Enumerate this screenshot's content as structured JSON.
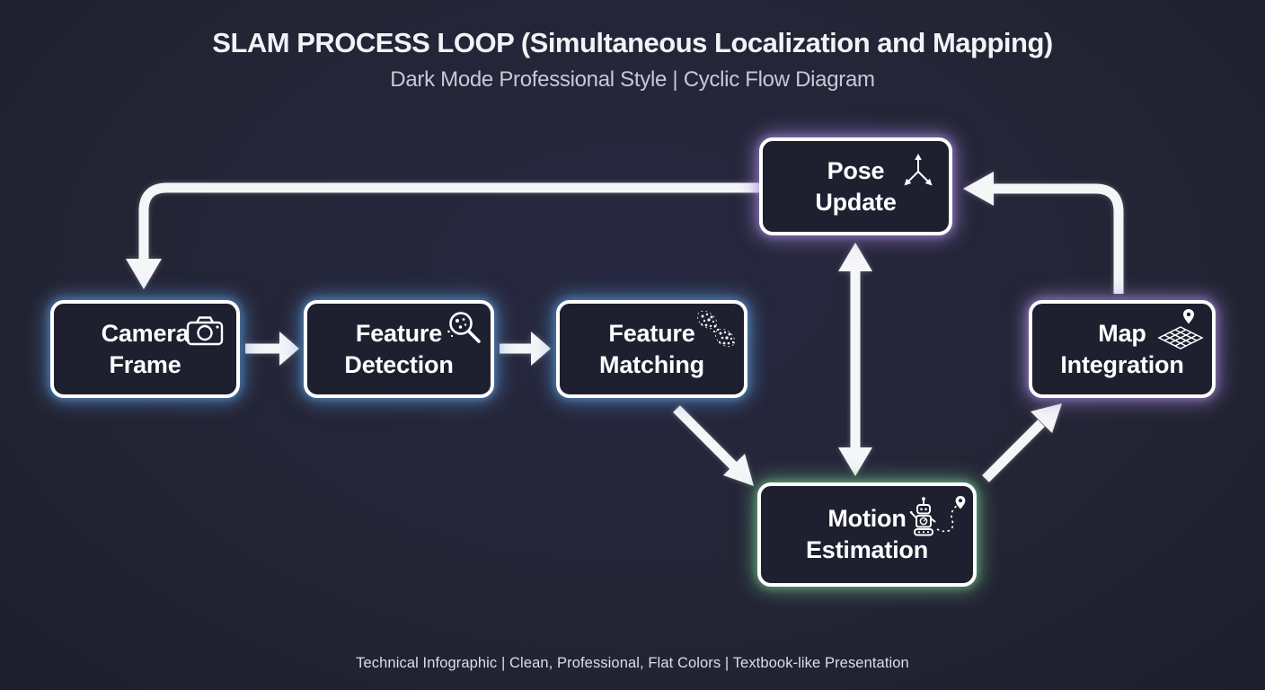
{
  "title": "SLAM PROCESS LOOP (Simultaneous Localization and Mapping)",
  "subtitle": "Dark Mode Professional Style | Cyclic Flow Diagram",
  "footer": "Technical Infographic | Clean, Professional, Flat Colors | Textbook-like Presentation",
  "colors": {
    "background": "#242537",
    "node_fill": "#1e2030",
    "node_border": "#ffffff",
    "node_text": "#ffffff",
    "subtitle_text": "#c7c9d6",
    "footer_text": "#dcdee8",
    "arrow": "#f5f6f8",
    "glow_blue": "#5f9fe0",
    "glow_purple": "#a88ce0",
    "glow_green": "#74c690"
  },
  "nodes": [
    {
      "id": "camera-frame",
      "label": "Camera\nFrame",
      "icon": "camera-icon",
      "glow": "blue"
    },
    {
      "id": "feature-detection",
      "label": "Feature\nDetection",
      "icon": "feature-magnifier-icon",
      "glow": "blue"
    },
    {
      "id": "feature-matching",
      "label": "Feature\nMatching",
      "icon": "point-cloud-match-icon",
      "glow": "blue"
    },
    {
      "id": "pose-update",
      "label": "Pose\nUpdate",
      "icon": "xyz-axes-icon",
      "glow": "purple"
    },
    {
      "id": "motion-estimation",
      "label": "Motion\nEstimation",
      "icon": "robot-trajectory-icon",
      "glow": "green"
    },
    {
      "id": "map-integration",
      "label": "Map\nIntegration",
      "icon": "map-grid-pin-icon",
      "glow": "purple"
    }
  ],
  "edges": [
    {
      "from": "camera-frame",
      "to": "feature-detection",
      "bidirectional": false
    },
    {
      "from": "feature-detection",
      "to": "feature-matching",
      "bidirectional": false
    },
    {
      "from": "feature-matching",
      "to": "motion-estimation",
      "bidirectional": false
    },
    {
      "from": "motion-estimation",
      "to": "pose-update",
      "bidirectional": true
    },
    {
      "from": "motion-estimation",
      "to": "map-integration",
      "bidirectional": false
    },
    {
      "from": "map-integration",
      "to": "pose-update",
      "bidirectional": false
    },
    {
      "from": "pose-update",
      "to": "camera-frame",
      "bidirectional": false
    }
  ]
}
